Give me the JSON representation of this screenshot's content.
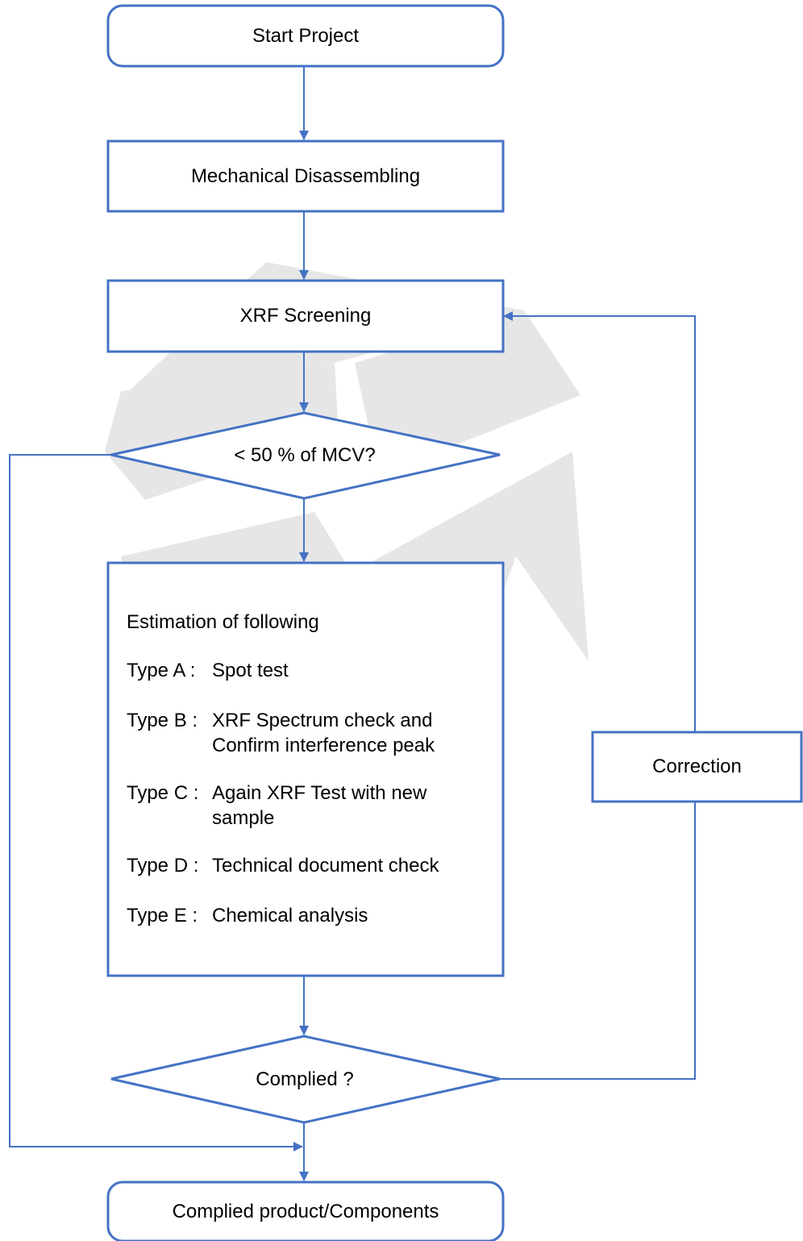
{
  "colors": {
    "border": "#4472c4",
    "watermark": "#e5e5e5",
    "background": "#ffffff"
  },
  "nodes": {
    "start": "Start Project",
    "disassembling": "Mechanical Disassembling",
    "xrf_screening": "XRF Screening",
    "decision_mcv": "< 50 % of MCV?",
    "estimation": {
      "heading": "Estimation of following",
      "types": [
        {
          "prefix": "Type A :",
          "text": "Spot test",
          "cont": ""
        },
        {
          "prefix": "Type B :",
          "text": "XRF Spectrum check and",
          "cont": "Confirm interference peak"
        },
        {
          "prefix": "Type C :",
          "text": "Again XRF Test with new",
          "cont": "sample"
        },
        {
          "prefix": "Type D :",
          "text": "Technical document check",
          "cont": ""
        },
        {
          "prefix": "Type E :",
          "text": "Chemical analysis",
          "cont": ""
        }
      ]
    },
    "decision_complied": "Complied ?",
    "correction": "Correction",
    "end": "Complied product/Components"
  }
}
